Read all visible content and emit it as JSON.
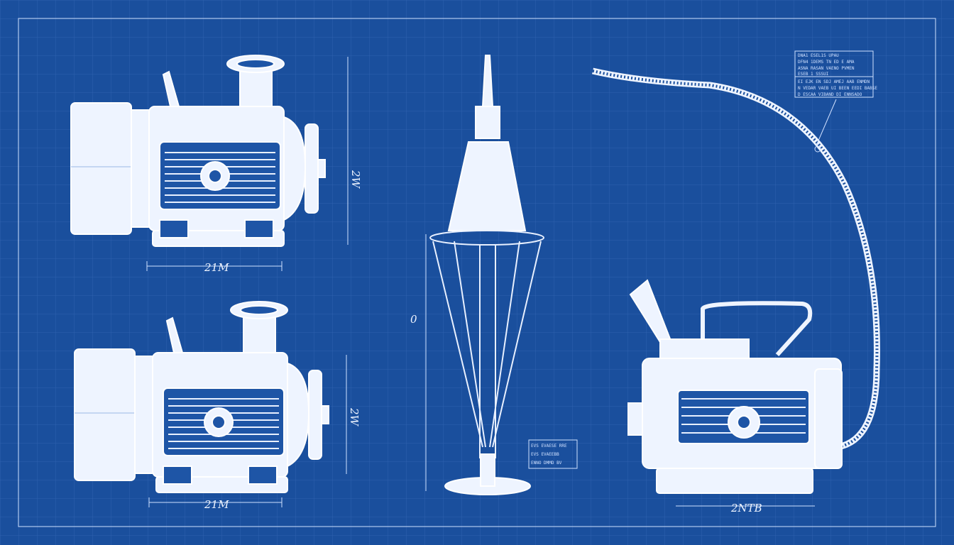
{
  "colors": {
    "background": "#1a4f9d",
    "line": "#eef4ff",
    "grid": "#3566b0"
  },
  "labels": {
    "top_pump_width": "21M",
    "top_pump_height": "2W",
    "bottom_pump_width": "21M",
    "bottom_pump_height": "2W",
    "column_height": "0",
    "right_pump_width": "2NTB"
  },
  "notes": {
    "top_right": [
      "DNA1 ESEL1S UPAU",
      "DFN4 1DEMS TN ED E AMA",
      "ASNA RASAN VAENO PVMEN",
      "ESEB 1 SSSUI",
      "EI EJK EN SDJ AMEJ AAB ENMDN",
      "N VEDAR VAEB UI BEEN EEDI BABSE",
      "D ESCAA VIBAND DI ENNSADO"
    ],
    "column": [
      "EVS EVAESE RRE",
      "EVS EVAEEBB",
      "ENNO DMMD BV"
    ]
  }
}
